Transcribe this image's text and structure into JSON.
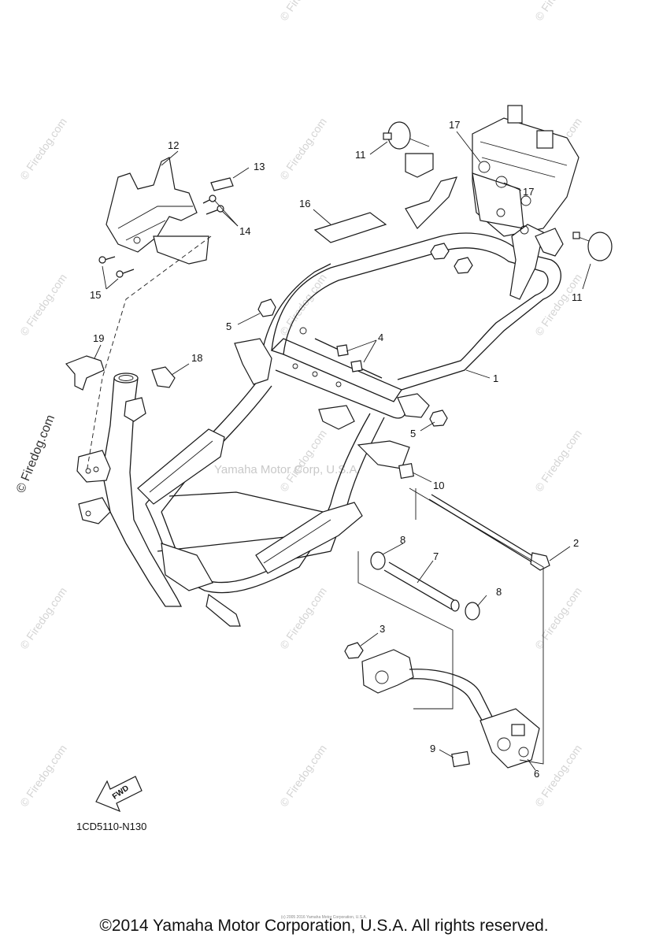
{
  "diagram": {
    "watermark_text": "© Firedog.com",
    "center_watermark": "Yamaha Motor Corp, U.S.A.",
    "part_code": "1CD5110-N130",
    "fwd_arrow_label": "FWD",
    "tiny_note": "(c) 2005 2016 Yamaha Motor Corporation, U.S.A.",
    "copyright": "©2014 Yamaha Motor Corporation, U.S.A. All rights reserved."
  },
  "callouts": {
    "c1": "1",
    "c2": "2",
    "c3": "3",
    "c4": "4",
    "c5a": "5",
    "c5b": "5",
    "c6": "6",
    "c7": "7",
    "c8a": "8",
    "c8b": "8",
    "c9": "9",
    "c10": "10",
    "c11a": "11",
    "c11b": "11",
    "c12": "12",
    "c13": "13",
    "c14": "14",
    "c15": "15",
    "c16": "16",
    "c17a": "17",
    "c17b": "17",
    "c18": "18",
    "c19": "19"
  }
}
